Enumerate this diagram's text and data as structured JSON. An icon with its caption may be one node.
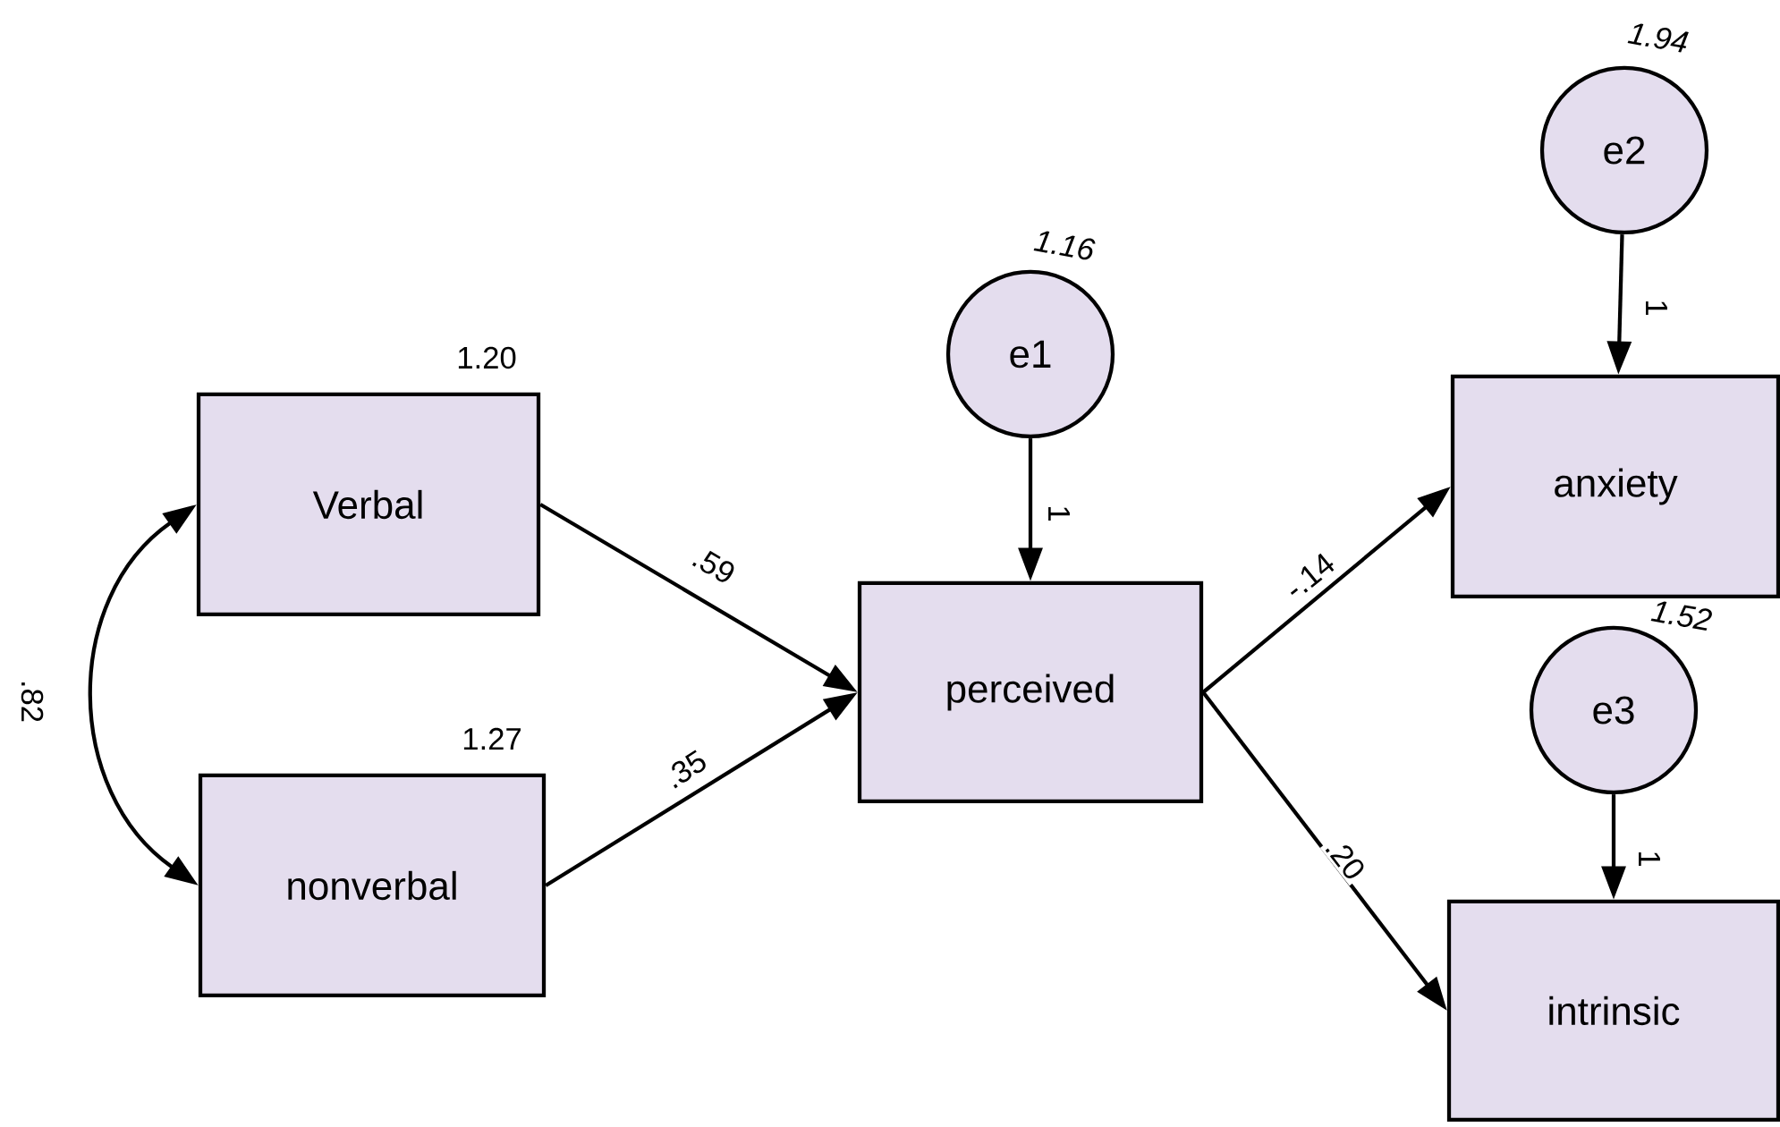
{
  "diagram": {
    "nodes": [
      {
        "text": [
          "Verbal"
        ],
        "beside": [
          "1.20"
        ]
      },
      {
        "text": [
          "nonverbal"
        ],
        "beside": [
          "1.27"
        ]
      },
      {
        "text": [
          "e1"
        ],
        "beside": [
          "1.16"
        ]
      },
      {
        "text": [
          "perceived"
        ]
      },
      {
        "text": [
          "e2"
        ],
        "beside": [
          "1.94"
        ]
      },
      {
        "text": [
          "anxiety"
        ]
      },
      {
        "text": [
          "e3"
        ],
        "beside": [
          "1.52"
        ]
      },
      {
        "text": [
          "intrinsic"
        ]
      }
    ],
    "edges": [
      {
        "from": 0,
        "to": 1,
        "arrow": "both",
        "label": ".82"
      },
      {
        "from": 0,
        "to": 3,
        "arrow": "to",
        "label": ".59"
      },
      {
        "from": 1,
        "to": 3,
        "arrow": "to",
        "label": ".35"
      },
      {
        "from": 2,
        "to": 3,
        "arrow": "to",
        "label": "1"
      },
      {
        "from": 3,
        "to": 5,
        "arrow": "to",
        "label": "-.14"
      },
      {
        "from": 3,
        "to": 7,
        "arrow": "to",
        "label": ".20"
      },
      {
        "from": 4,
        "to": 5,
        "arrow": "to",
        "label": "1"
      },
      {
        "from": 6,
        "to": 7,
        "arrow": "to",
        "label": "1"
      }
    ]
  }
}
